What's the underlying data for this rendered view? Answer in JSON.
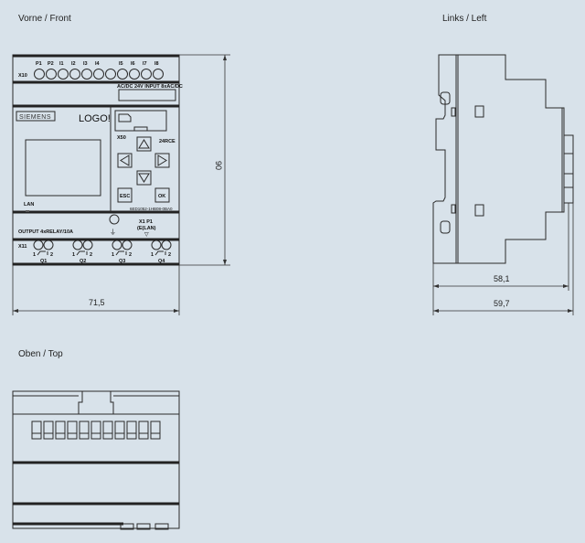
{
  "views": {
    "front": "Vorne / Front",
    "left": "Links / Left",
    "top": "Oben / Top"
  },
  "dimensions": {
    "height": "90",
    "width": "71,5",
    "depth_body": "58,1",
    "depth_total": "59,7"
  },
  "device": {
    "input_terminal_block": "X10",
    "input_terminals": [
      "P1",
      "P2",
      "I1",
      "I2",
      "I3",
      "I4",
      "I5",
      "I6",
      "I7",
      "I8"
    ],
    "input_rating": "AC/DC 24V  INPUT 8xAC/DC",
    "brand": "SIEMENS",
    "product": "LOGO!",
    "card_slot": "X50",
    "variant": "24RCE",
    "esc": "ESC",
    "ok": "OK",
    "lan": "LAN",
    "order_number": "6ED1052-1HB08-0BA0",
    "output_rating": "OUTPUT 4xRELAY/10A",
    "lan_port": "X1 P1",
    "lan_port_sub": "(E(LAN)",
    "output_terminal_block": "X11",
    "relay_pin_1": "1",
    "relay_pin_2": "2",
    "outputs": [
      "Q1",
      "Q2",
      "Q3",
      "Q4"
    ]
  },
  "colors": {
    "background": "#d8e2ea",
    "line": "#2a2a2a"
  }
}
